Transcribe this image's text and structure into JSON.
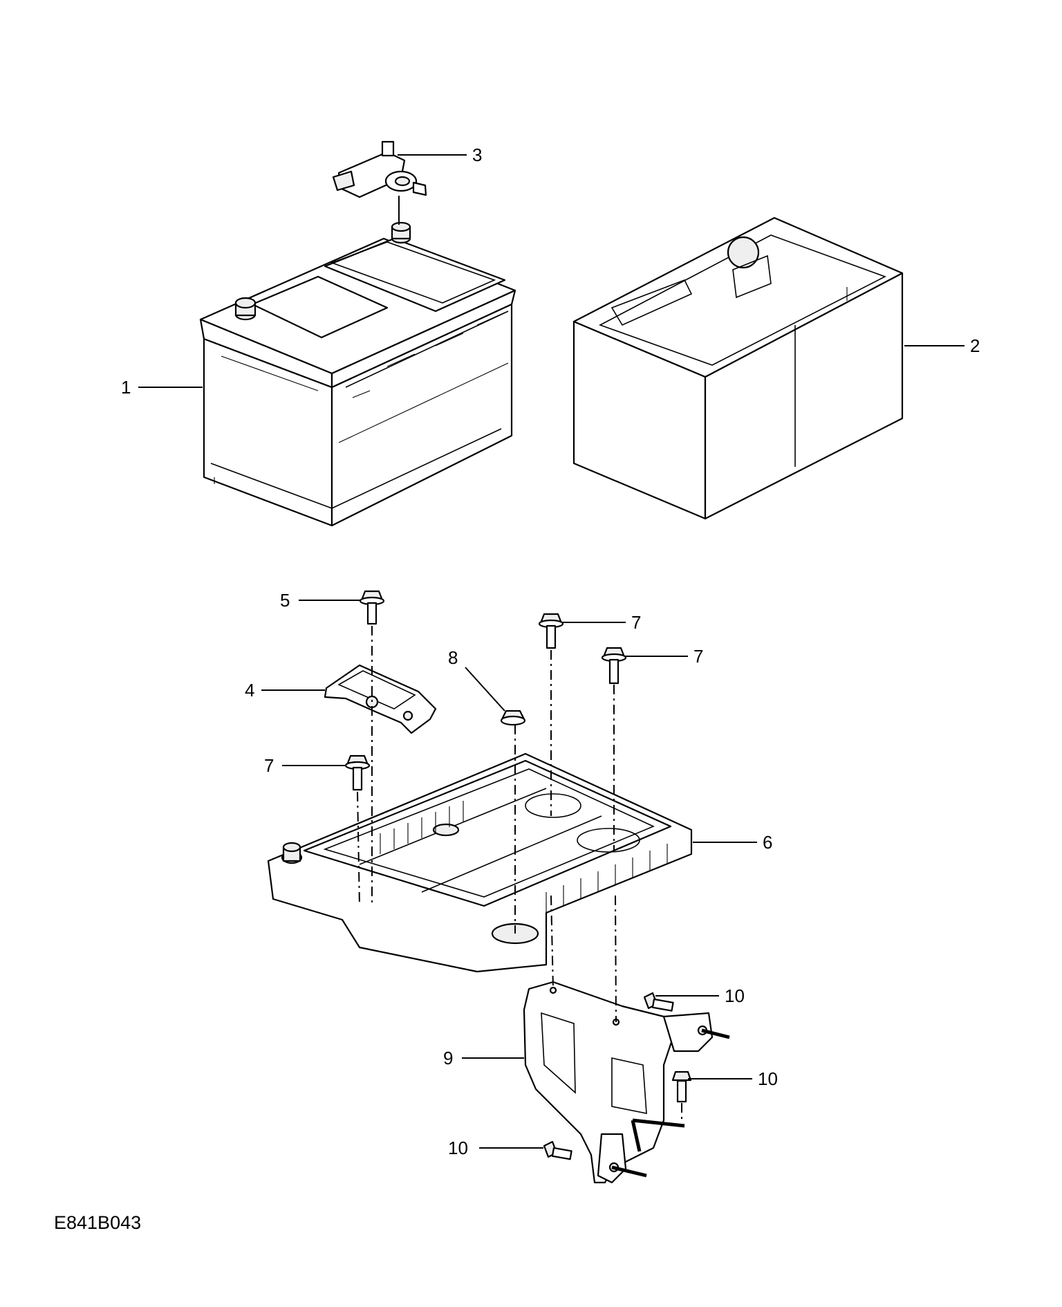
{
  "reference_code": "E841B043",
  "callouts": [
    {
      "id": "battery",
      "number": "1"
    },
    {
      "id": "battery-cover",
      "number": "2"
    },
    {
      "id": "battery-monitoring-sensor",
      "number": "3"
    },
    {
      "id": "hold-down-clamp",
      "number": "4"
    },
    {
      "id": "clamp-bolt",
      "number": "5"
    },
    {
      "id": "battery-tray",
      "number": "6"
    },
    {
      "id": "tray-bolt-left",
      "number": "7"
    },
    {
      "id": "tray-bolt-center",
      "number": "7"
    },
    {
      "id": "tray-bolt-right",
      "number": "7"
    },
    {
      "id": "tray-nut",
      "number": "8"
    },
    {
      "id": "tray-support-bracket",
      "number": "9"
    },
    {
      "id": "bracket-bolt-upper",
      "number": "10"
    },
    {
      "id": "bracket-bolt-middle",
      "number": "10"
    },
    {
      "id": "bracket-bolt-lower",
      "number": "10"
    }
  ]
}
